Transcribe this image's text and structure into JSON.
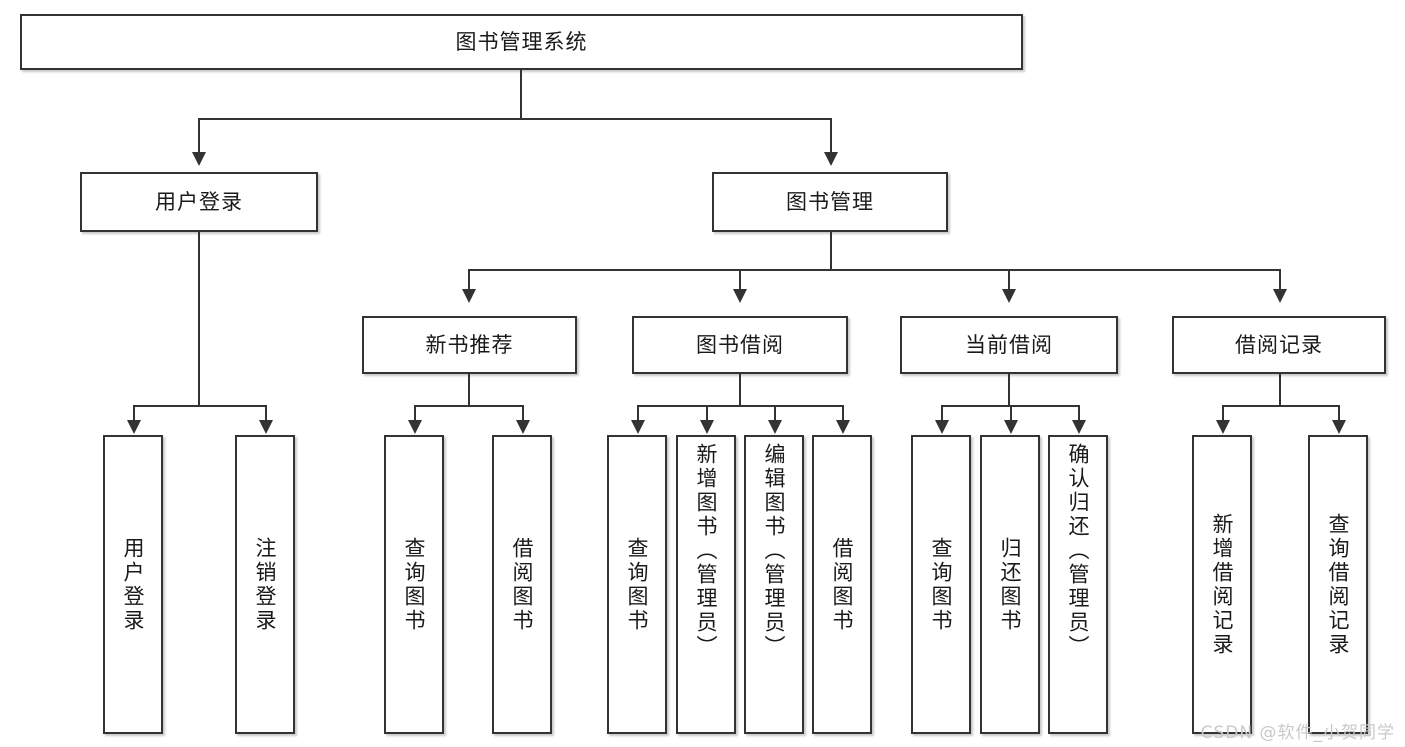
{
  "diagram": {
    "title": "图书管理系统",
    "type": "tree",
    "orientation": "top-down",
    "nodes": {
      "root": {
        "label": "图书管理系统"
      },
      "level2": [
        {
          "id": "user-login",
          "label": "用户登录"
        },
        {
          "id": "book-management",
          "label": "图书管理"
        }
      ],
      "level3": [
        {
          "id": "new-book-recommend",
          "label": "新书推荐",
          "parent": "book-management"
        },
        {
          "id": "book-borrow",
          "label": "图书借阅",
          "parent": "book-management"
        },
        {
          "id": "current-borrow",
          "label": "当前借阅",
          "parent": "book-management"
        },
        {
          "id": "borrow-record",
          "label": "借阅记录",
          "parent": "book-management"
        }
      ],
      "leaves": [
        {
          "id": "leaf-user-login",
          "label": "用户登录",
          "parent": "user-login"
        },
        {
          "id": "leaf-user-logout",
          "label": "注销登录",
          "parent": "user-login"
        },
        {
          "id": "leaf-query-book-1",
          "label": "查询图书",
          "parent": "new-book-recommend"
        },
        {
          "id": "leaf-borrow-book-1",
          "label": "借阅图书",
          "parent": "new-book-recommend"
        },
        {
          "id": "leaf-query-book-2",
          "label": "查询图书",
          "parent": "book-borrow"
        },
        {
          "id": "leaf-add-book-admin",
          "label": "新增图书（管理员）",
          "parent": "book-borrow"
        },
        {
          "id": "leaf-edit-book-admin",
          "label": "编辑图书（管理员）",
          "parent": "book-borrow"
        },
        {
          "id": "leaf-borrow-book-2",
          "label": "借阅图书",
          "parent": "book-borrow"
        },
        {
          "id": "leaf-query-book-3",
          "label": "查询图书",
          "parent": "current-borrow"
        },
        {
          "id": "leaf-return-book",
          "label": "归还图书",
          "parent": "current-borrow"
        },
        {
          "id": "leaf-confirm-return-admin",
          "label": "确认归还（管理员）",
          "parent": "current-borrow"
        },
        {
          "id": "leaf-add-borrow-record",
          "label": "新增借阅记录",
          "parent": "borrow-record"
        },
        {
          "id": "leaf-query-borrow-record",
          "label": "查询借阅记录",
          "parent": "borrow-record"
        }
      ]
    },
    "colors": {
      "border": "#333333",
      "background": "#ffffff",
      "text": "#1a1a1a",
      "connector": "#333333",
      "watermark": "#c9c9c9"
    }
  },
  "watermark": {
    "text": "CSDN @软件_小贺同学"
  }
}
